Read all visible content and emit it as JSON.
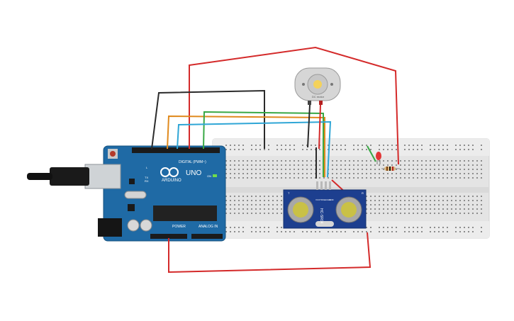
{
  "arduino": {
    "brand": "ARDUINO",
    "model": "UNO",
    "digital_label": "DIGITAL (PWM~)",
    "power_label": "POWER",
    "analog_label": "ANALOG IN",
    "on_label": "ON",
    "tx_label": "TX",
    "rx_label": "RX",
    "l_label": "L"
  },
  "sensor": {
    "model": "HC-SR04",
    "pins": [
      "VCC",
      "TRIG",
      "ECHO",
      "GND"
    ],
    "t_label": "T",
    "r_label": "R"
  },
  "motor": {
    "label": "DC motor"
  },
  "colors": {
    "board": "#1f6aa5",
    "breadboard": "#e9e9e9",
    "wire_red": "#d42a2a",
    "wire_black": "#2b2b2b",
    "wire_orange": "#e08a1e",
    "wire_green": "#39a845",
    "wire_blue": "#2fa6d6",
    "sensor_board": "#1d3f8f"
  }
}
